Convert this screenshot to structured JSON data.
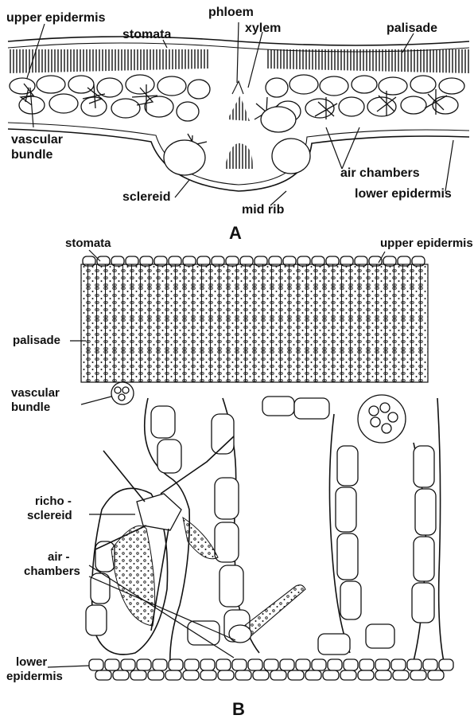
{
  "panel_a": {
    "letter": "A",
    "labels": {
      "upper_epidermis": "upper epidermis",
      "stomata": "stomata",
      "phloem": "phloem",
      "xylem": "xylem",
      "palisade": "palisade",
      "vascular": "vascular",
      "bundle": "bundle",
      "air_chambers": "air chambers",
      "lower_epidermis": "lower epidermis",
      "sclereid": "sclereid",
      "mid_rib": "mid rib"
    }
  },
  "panel_b": {
    "letter": "B",
    "labels": {
      "stomata": "stomata",
      "upper_epidermis": "upper epidermis",
      "palisade": "palisade",
      "vascular": "vascular",
      "bundle": "bundle",
      "richo": "richo -",
      "sclereid": "sclereid",
      "air": "air -",
      "chambers": "chambers",
      "lower": "lower",
      "epidermis": "epidermis"
    }
  }
}
